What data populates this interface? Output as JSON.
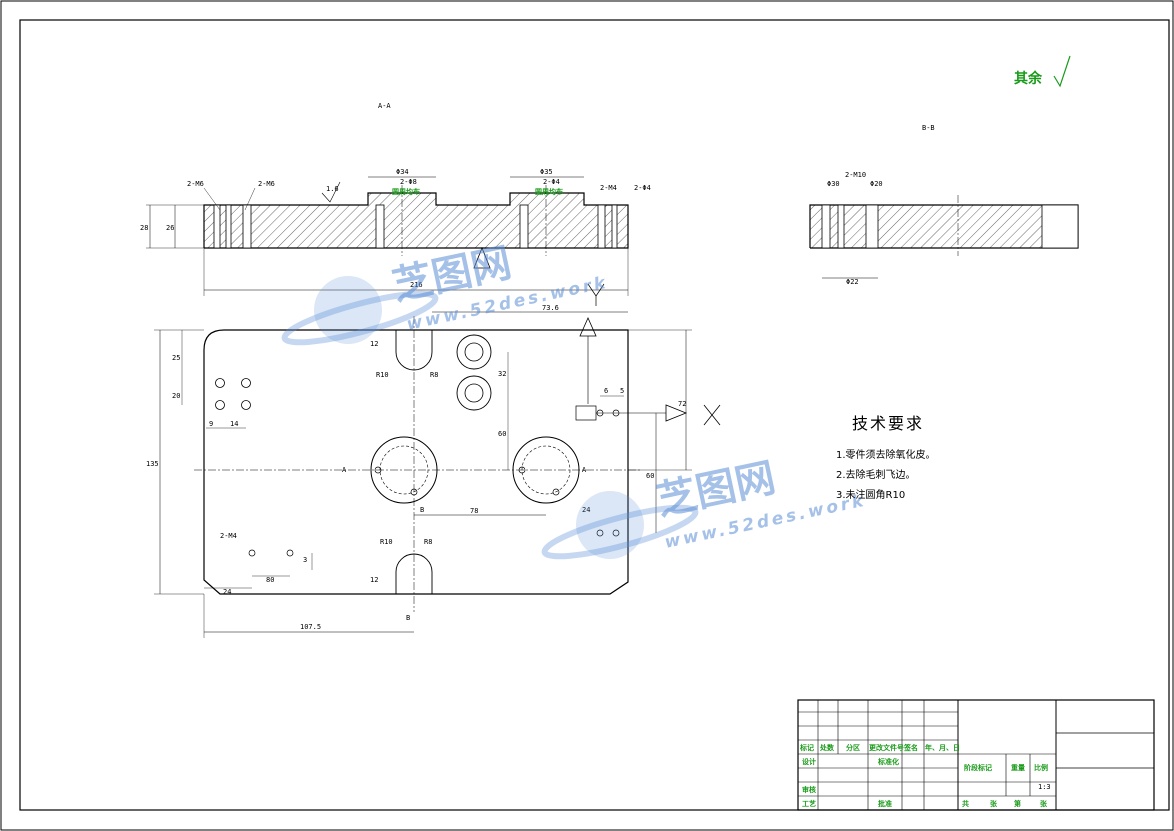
{
  "surface_finish": "其余",
  "section_labels": {
    "aa": "A-A",
    "bb": "B-B"
  },
  "technical_requirements": {
    "title": "技术要求",
    "items": [
      "1.零件须去除氧化皮。",
      "2.去除毛刺飞边。",
      "3.未注圆角R10"
    ]
  },
  "dims_aa": {
    "h_outer": "28",
    "h_inner": "26",
    "width": "216",
    "phi34": "Φ34",
    "phi35": "Φ35",
    "h2_m6": "2-M6",
    "h2_m6b": "2-M6",
    "h2_m8": "2-Φ8",
    "h2_m4": "2-Φ4",
    "h2_m4b": "2-M4",
    "thread_note1": "圆周均布",
    "thread_note2": "圆周均布",
    "rough": "1.6"
  },
  "dims_bb": {
    "m10": "2-M10",
    "d1": "Φ30",
    "d2": "Φ20",
    "d3": "Φ22"
  },
  "dims_plan": {
    "overall_h": "135",
    "d25": "25",
    "d20": "20",
    "d9": "9",
    "d14": "14",
    "d12a": "12",
    "r10": "R10",
    "r8": "R8",
    "d73_6": "73.6",
    "d32": "32",
    "d6": "6",
    "d5": "5",
    "d80": "80",
    "d60": "60",
    "d72": "72",
    "d78": "78",
    "d24": "24",
    "d60b": "60",
    "d107_5": "107.5",
    "d12b": "12",
    "d2m4": "2-M4",
    "d3": "3",
    "r10b": "R10",
    "r8b": "R8",
    "sec_a": "A",
    "sec_b": "B"
  },
  "title_block": {
    "row_headers": [
      "标记",
      "处数",
      "分区",
      "更改文件号",
      "签名",
      "年、月、日"
    ],
    "design": "设计",
    "standard": "标准化",
    "review": "审核",
    "process": "工艺",
    "approve": "批准",
    "stage_mark": "阶段标记",
    "weight": "重量",
    "scale_label": "比例",
    "scale": "1:3",
    "total": "共",
    "sheets": "张",
    "page": "第",
    "sheet2": "张"
  },
  "watermark": {
    "brand": "芝图网",
    "url": "www.52des.work"
  },
  "colors": {
    "line": "#000000",
    "label_green": "#1a9a1a",
    "watermark": "#5d8fd6"
  }
}
